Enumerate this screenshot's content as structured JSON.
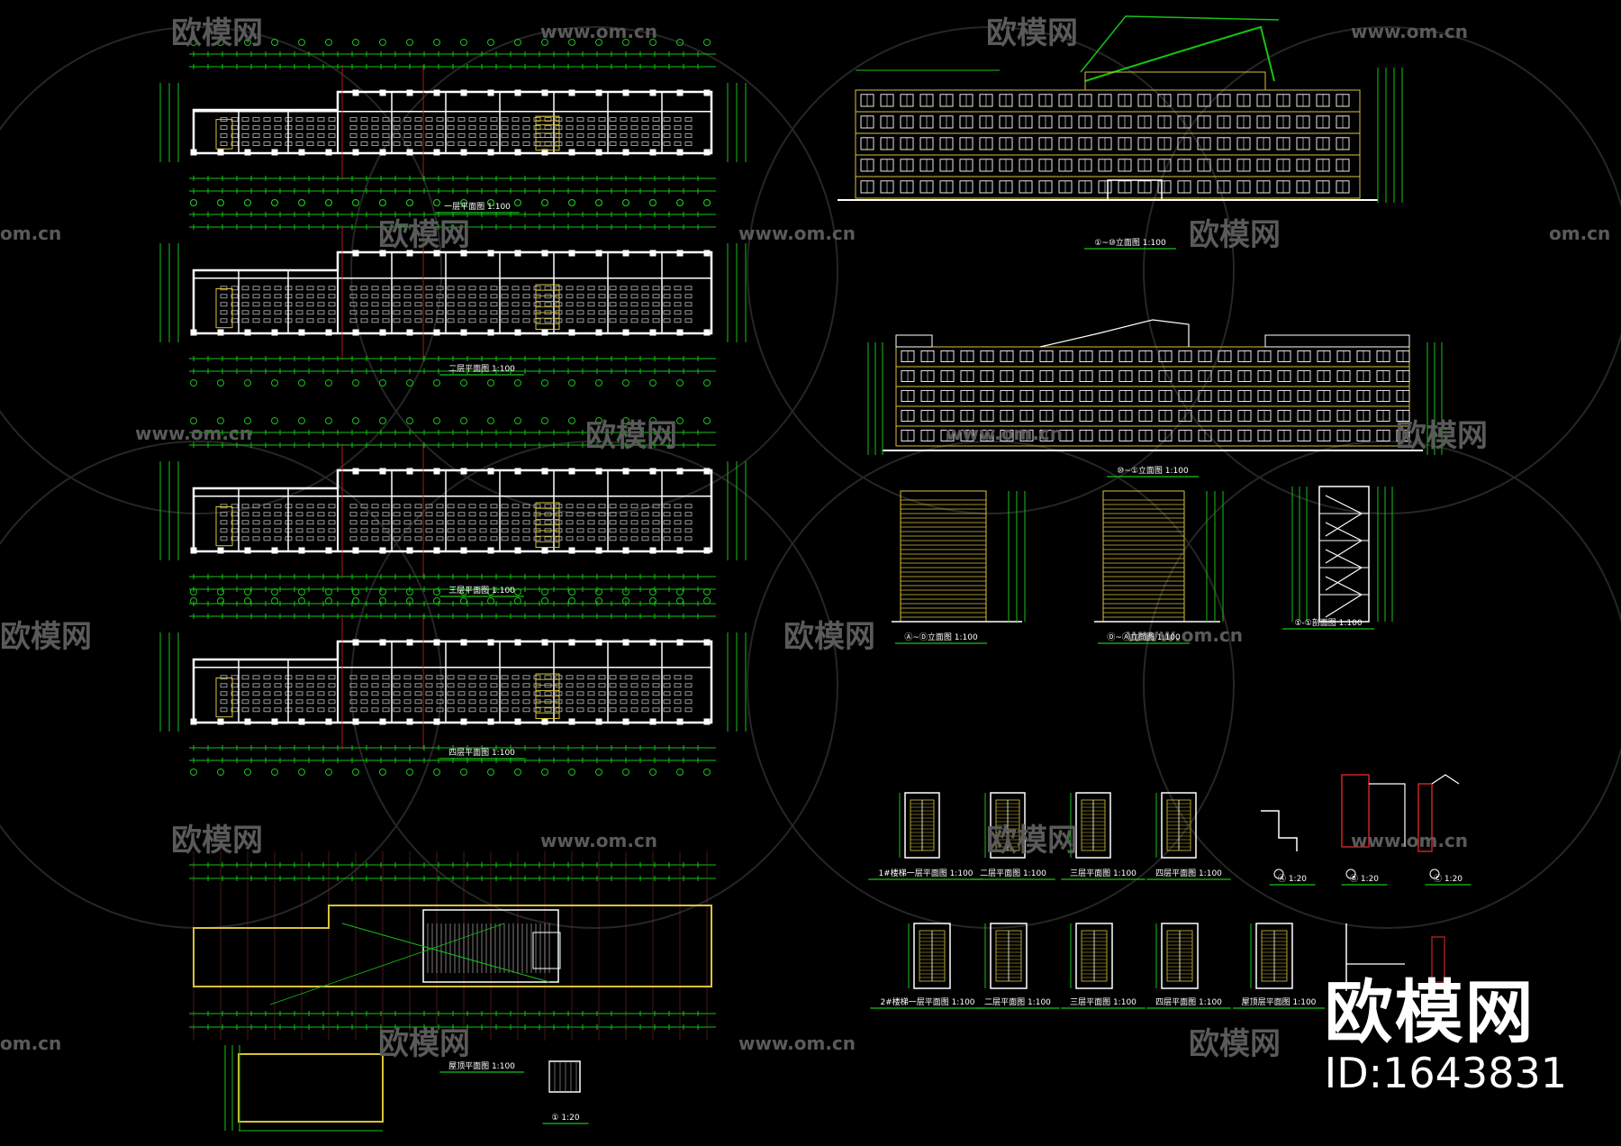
{
  "watermark": {
    "brand": "欧模网",
    "url": "www.om.cn",
    "url_short": "om.cn"
  },
  "brand_block": {
    "name": "欧模网",
    "id_text": "ID:1643831"
  },
  "sheets": {
    "plan_1": "一层平面图 1:100",
    "plan_2": "二层平面图 1:100",
    "plan_3": "三层平面图 1:100",
    "plan_4": "四层平面图 1:100",
    "roof_plan": "屋顶平面图 1:100",
    "detail_1": "① 1:20",
    "elev_front": "①~⑩立面图 1:100",
    "elev_back": "⑩~①立面图 1:100",
    "elev_side_a": "Ⓐ~Ⓓ立面图 1:100",
    "elev_side_b": "Ⓓ~Ⓐ立面图 1:100",
    "section_1": "①-①剖面图 1:100",
    "stair1_row": [
      "1#楼梯一层平面图 1:100",
      "二层平面图 1:100",
      "三层平面图 1:100",
      "四层平面图 1:100"
    ],
    "stair2_row": [
      "2#楼梯一层平面图 1:100",
      "二层平面图 1:100",
      "三层平面图 1:100",
      "四层平面图 1:100",
      "屋顶层平面图 1:100"
    ],
    "node_labels": [
      "Ⓐ 1:20",
      "Ⓑ 1:20",
      "Ⓒ 1:20"
    ]
  },
  "colors": {
    "background": "#000000",
    "wall": "#ffffff",
    "dimension": "#16c216",
    "facade": "#d8c23a",
    "axis": "#cc2222",
    "watermark": "#5a5a5a"
  }
}
